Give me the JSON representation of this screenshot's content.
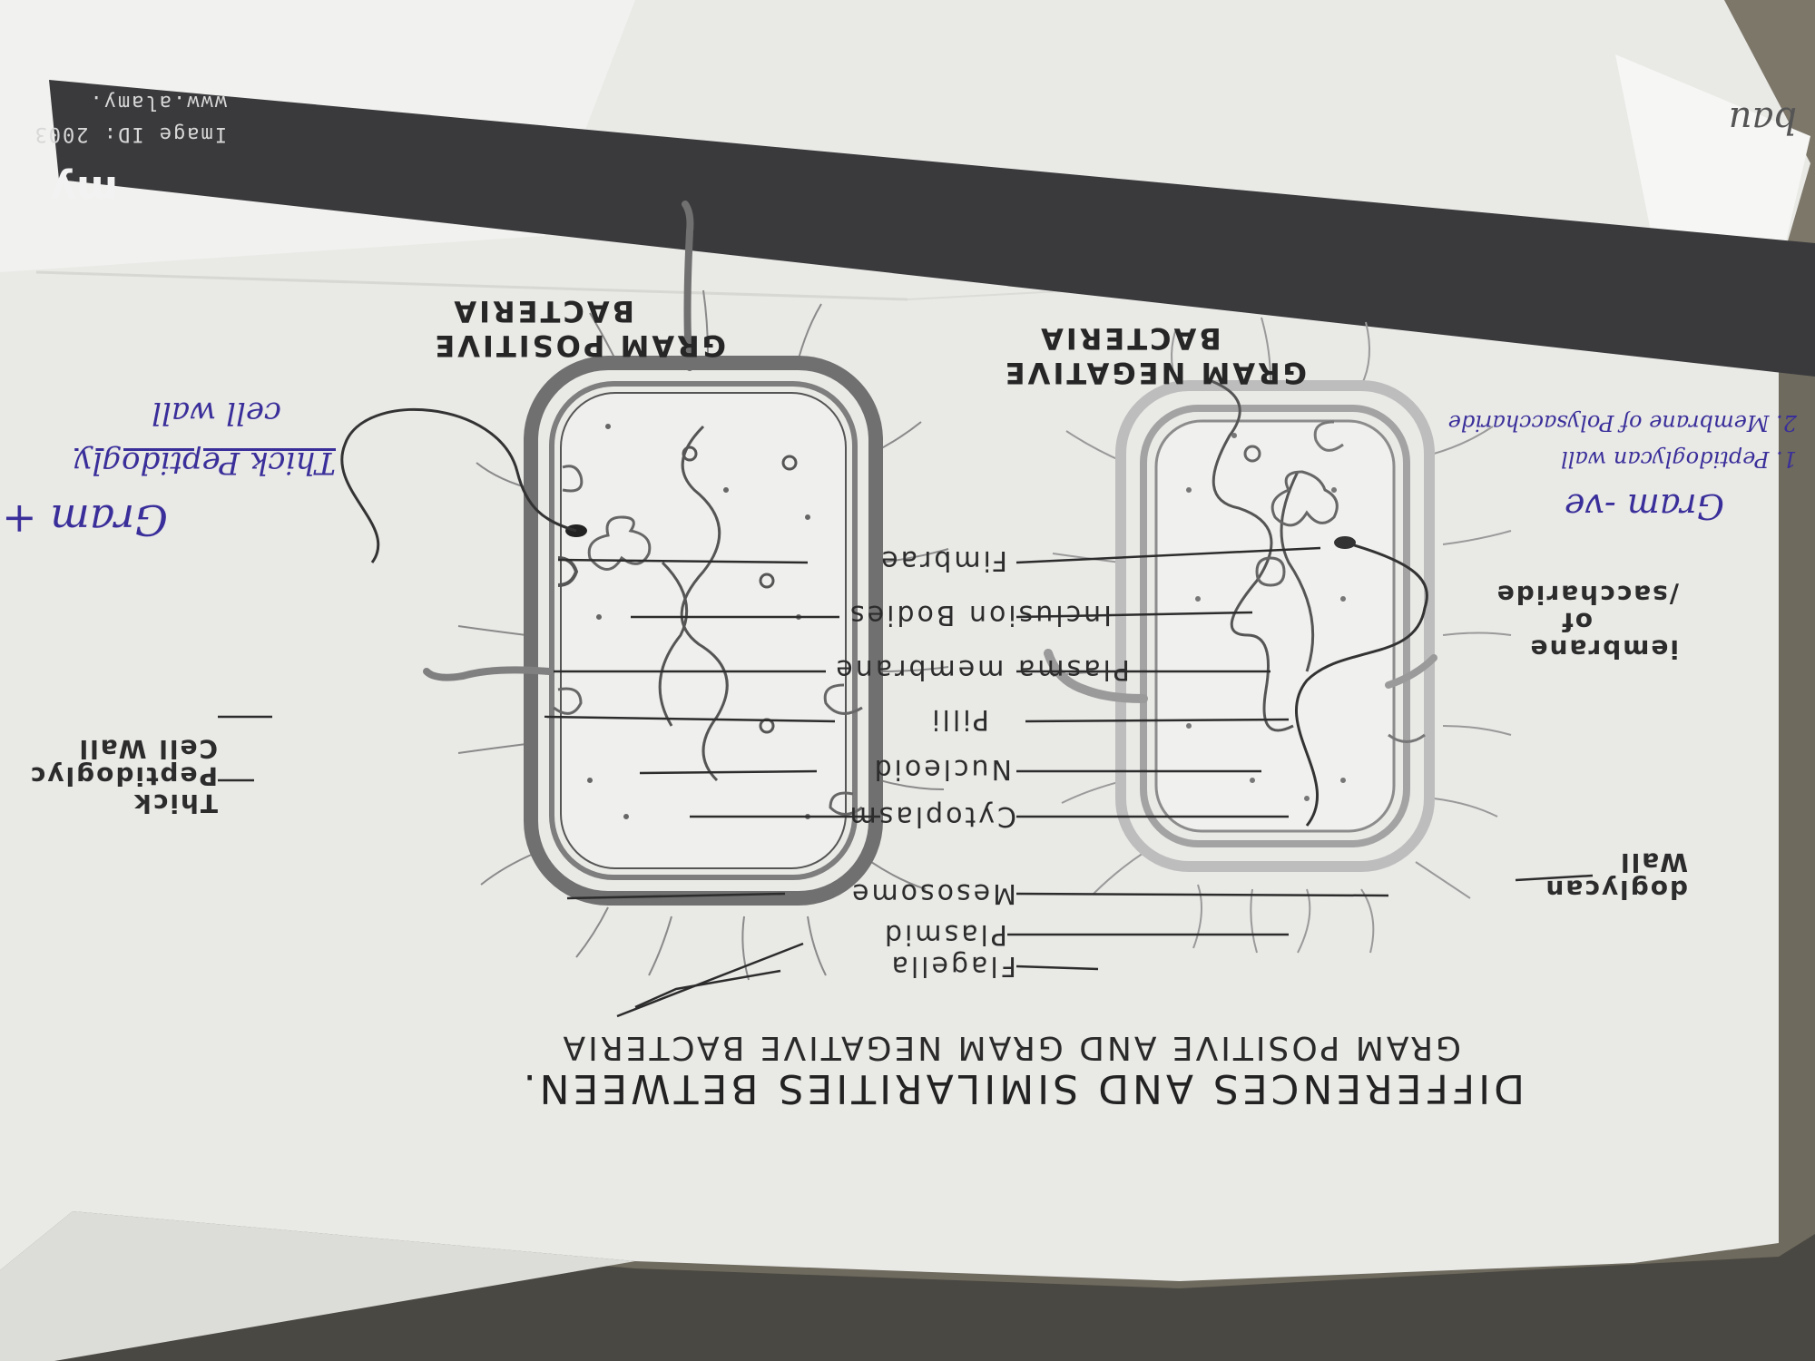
{
  "watermark": {
    "image_id": "Image ID: 2003",
    "site": "www.alamy.",
    "logo_fragment": "my"
  },
  "diagram": {
    "title_line1": "DIFFERENCES AND SIMILARITIES BETWEEN.",
    "title_line2": "GRAM POSITIVE AND GRAM NEGATIVE BACTERIA",
    "left_heading": [
      "GRAM POSITIVE",
      "BACTERIA"
    ],
    "right_heading": [
      "GRAM NEGATIVE",
      "BACTERIA"
    ],
    "center_labels": [
      "Flagella",
      "Plasmid",
      "Mesosome",
      "Cytoplasm",
      "Nucleoid",
      "Pilli",
      "Plasma membrane",
      "Inclusion Bodies",
      "Fimbrae"
    ],
    "left_side_label": [
      "Thick",
      "Peptidoglyc",
      "Cell Wall"
    ],
    "right_side_label_1": [
      "doglycan",
      "Wall"
    ],
    "right_side_label_2": [
      "iembrane",
      "of",
      "/saccharide"
    ]
  },
  "handwriting": {
    "left_line1": "Gram + v",
    "left_line2": "Thick Peptidogly",
    "left_line3": "cell wall",
    "right_line1": "Gram -ve",
    "right_line2": "1. Peptidoglycan wall",
    "right_line3": "2. Membrane of Polysaccharide",
    "top_corner": "bau"
  }
}
